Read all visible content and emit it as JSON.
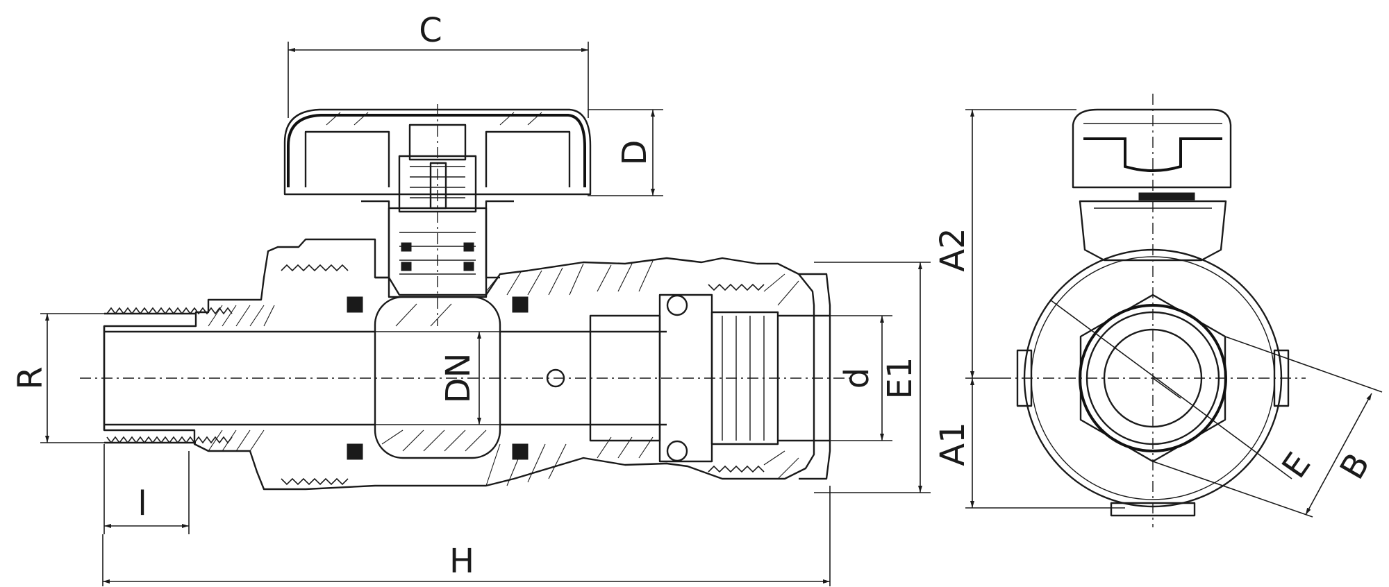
{
  "dimensions": {
    "C": "C",
    "D": "D",
    "R": "R",
    "DN": "DN",
    "d": "d",
    "E1": "E1",
    "l": "l",
    "H": "H",
    "A1": "A1",
    "A2": "A2",
    "E": "E",
    "B": "B"
  },
  "colors": {
    "line": "#1a1a1a",
    "background": "#ffffff"
  }
}
